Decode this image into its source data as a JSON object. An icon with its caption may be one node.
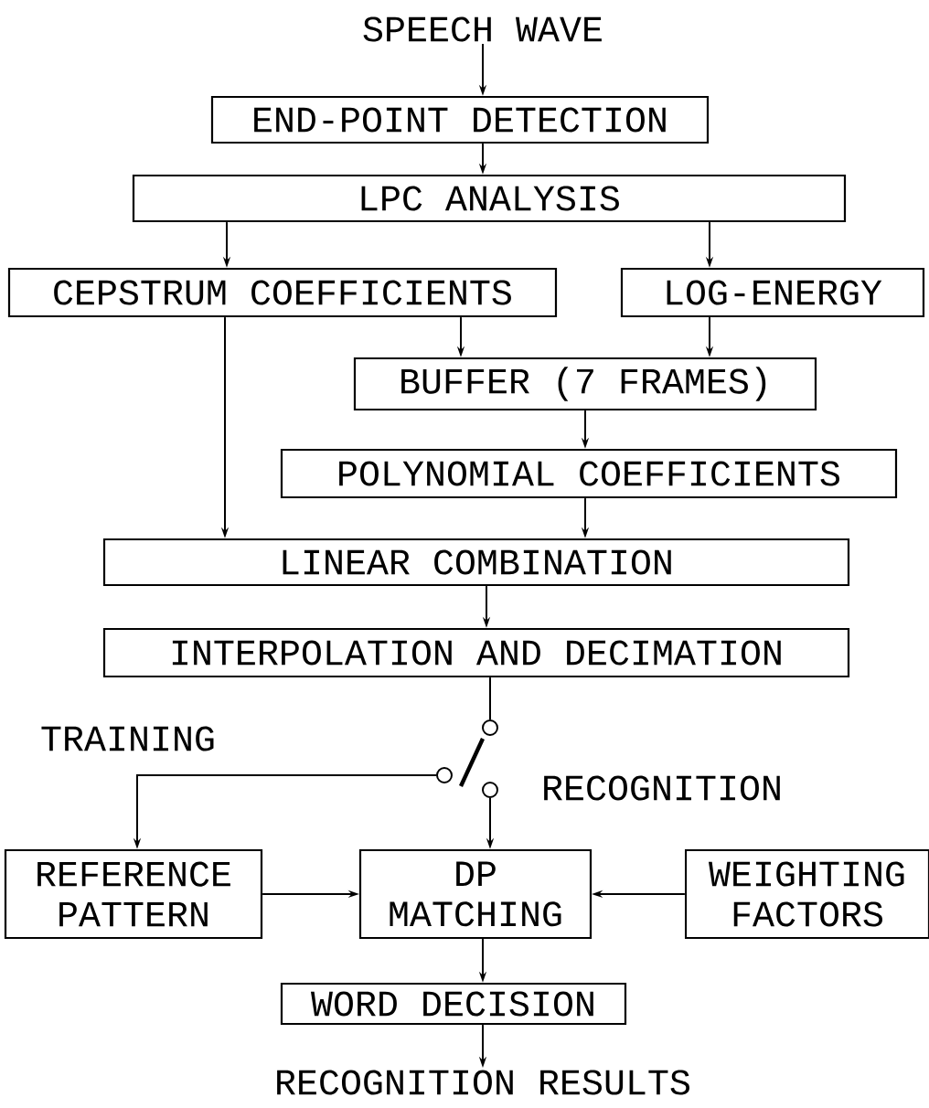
{
  "diagram": {
    "nodes": [
      {
        "text": [
          "SPEECH WAVE"
        ]
      },
      {
        "text": [
          "END-POINT DETECTION"
        ]
      },
      {
        "text": [
          "LPC ANALYSIS"
        ]
      },
      {
        "text": [
          "CEPSTRUM COEFFICIENTS"
        ]
      },
      {
        "text": [
          "LOG-ENERGY"
        ]
      },
      {
        "text": [
          "BUFFER (7 FRAMES)"
        ]
      },
      {
        "text": [
          "POLYNOMIAL COEFFICIENTS"
        ]
      },
      {
        "text": [
          "LINEAR COMBINATION"
        ]
      },
      {
        "text": [
          "INTERPOLATION AND DECIMATION"
        ]
      },
      {
        "text": [],
        "shape": "circle"
      },
      {
        "text": [],
        "shape": "circle"
      },
      {
        "text": [],
        "shape": "circle"
      },
      {
        "text": [
          "REFERENCE PATTERN"
        ]
      },
      {
        "text": [
          "DP MATCHING"
        ]
      },
      {
        "text": [
          "WEIGHTING FACTORS"
        ]
      },
      {
        "text": [
          "WORD DECISION"
        ]
      },
      {
        "text": [
          "RECOGNITION RESULTS"
        ]
      }
    ],
    "edges": [
      {
        "from": 0,
        "to": 1,
        "arrow": "to"
      },
      {
        "from": 1,
        "to": 2,
        "arrow": "to"
      },
      {
        "from": 2,
        "to": 3,
        "arrow": "to"
      },
      {
        "from": 2,
        "to": 4,
        "arrow": "to"
      },
      {
        "from": 3,
        "to": 5,
        "arrow": "to"
      },
      {
        "from": 4,
        "to": 5,
        "arrow": "to"
      },
      {
        "from": 5,
        "to": 6,
        "arrow": "to"
      },
      {
        "from": 3,
        "to": 7,
        "arrow": "to"
      },
      {
        "from": 6,
        "to": 7,
        "arrow": "to"
      },
      {
        "from": 7,
        "to": 8,
        "arrow": "to"
      },
      {
        "from": 8,
        "to": 9,
        "arrow": "none"
      },
      {
        "from": 10,
        "to": 12,
        "arrow": "to"
      },
      {
        "from": 11,
        "to": 13,
        "arrow": "to"
      },
      {
        "from": 12,
        "to": 13,
        "arrow": "to"
      },
      {
        "from": 14,
        "to": 13,
        "arrow": "to"
      },
      {
        "from": 13,
        "to": 15,
        "arrow": "to"
      },
      {
        "from": 15,
        "to": 16,
        "arrow": "to"
      }
    ],
    "labels": [
      "TRAINING",
      "RECOGNITION"
    ]
  }
}
